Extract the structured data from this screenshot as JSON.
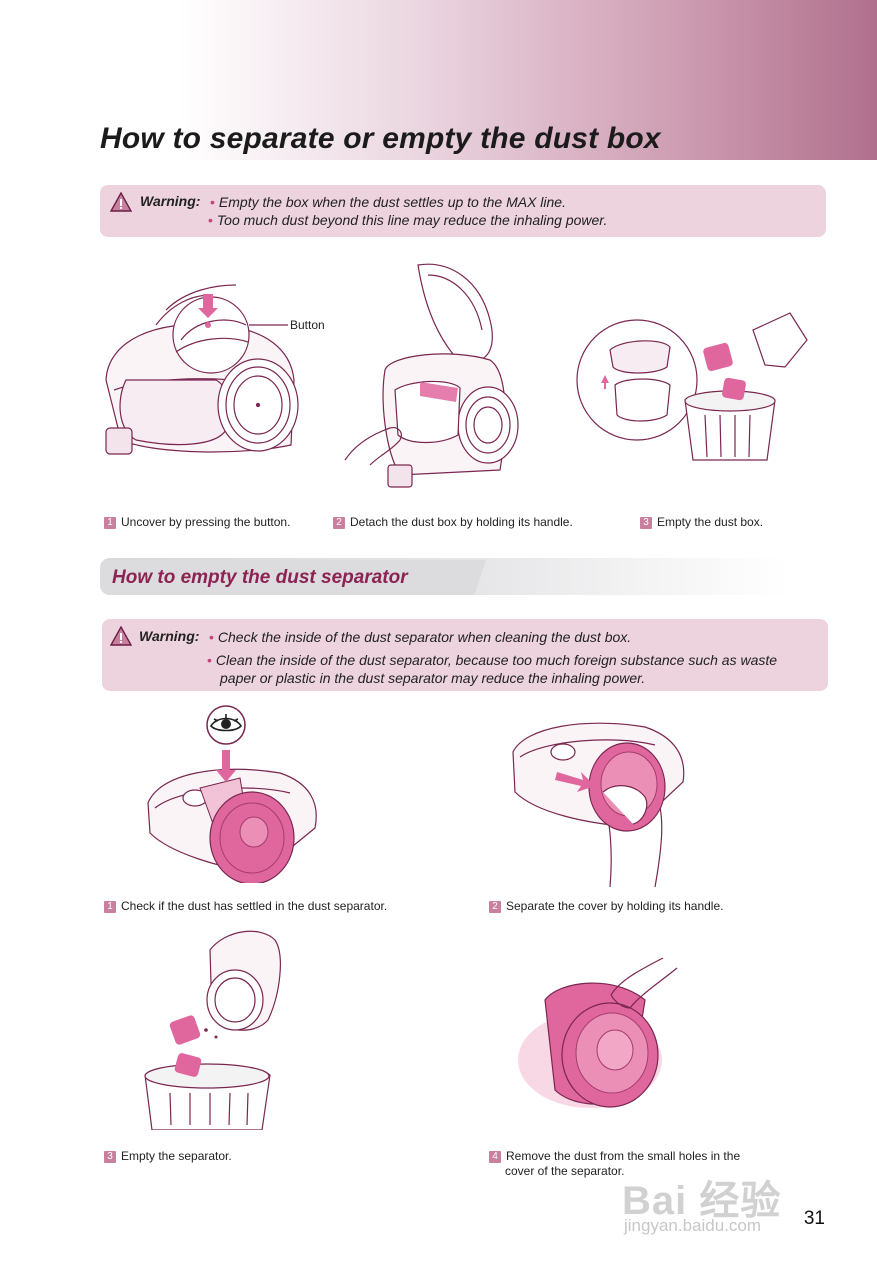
{
  "page": {
    "title": "How to separate or empty the dust box",
    "page_number": "31"
  },
  "warning1": {
    "label": "Warning:",
    "lines": [
      "Empty the box when the dust settles up to the MAX line.",
      "Too much dust beyond this line may reduce the inhaling power."
    ]
  },
  "figures1": {
    "button_label": "Button",
    "steps": [
      {
        "num": "1",
        "text": "Uncover by pressing the button."
      },
      {
        "num": "2",
        "text": "Detach the dust box by holding its handle."
      },
      {
        "num": "3",
        "text": "Empty the dust box."
      }
    ]
  },
  "section2": {
    "title": "How to empty the dust separator"
  },
  "warning2": {
    "label": "Warning:",
    "lines": [
      "Check the inside of the dust separator when cleaning the dust box.",
      "Clean the inside of the dust separator, because too much foreign substance such as waste",
      "paper or plastic in the dust separator may reduce the inhaling power."
    ]
  },
  "figures2": {
    "steps": [
      {
        "num": "1",
        "text": "Check if the dust has settled in the dust separator."
      },
      {
        "num": "2",
        "text": "Separate the cover by holding its handle."
      },
      {
        "num": "3",
        "text": "Empty the separator."
      },
      {
        "num": "4",
        "text": "Remove the dust from the small holes in the",
        "text2": "cover of the separator."
      }
    ]
  },
  "watermark": {
    "logo_text": "Bai 经验",
    "url": "jingyan.baidu.com"
  },
  "colors": {
    "accent_pink": "#e0679e",
    "warning_bg": "#ecd3dd",
    "section_title": "#8c2353",
    "line_art": "#7a2650"
  },
  "icons": {
    "warning": "warning-triangle-icon",
    "eye": "eye-icon"
  }
}
